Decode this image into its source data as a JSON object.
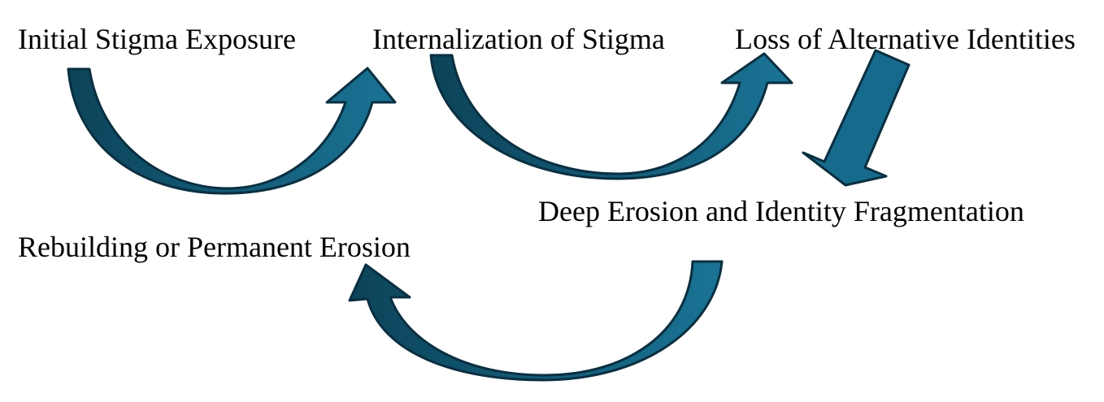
{
  "diagram": {
    "stages": [
      {
        "id": "initial",
        "label": "Initial Stigma Exposure"
      },
      {
        "id": "internalization",
        "label": "Internalization of Stigma"
      },
      {
        "id": "loss",
        "label": "Loss of Alternative Identities"
      },
      {
        "id": "deep-erosion",
        "label": "Deep Erosion and Identity Fragmentation"
      },
      {
        "id": "rebuilding",
        "label": "Rebuilding or Permanent Erosion"
      }
    ],
    "arrows": [
      {
        "from": "initial",
        "to": "internalization",
        "style": "curved-up"
      },
      {
        "from": "internalization",
        "to": "loss",
        "style": "curved-up"
      },
      {
        "from": "loss",
        "to": "deep-erosion",
        "style": "straight-down"
      },
      {
        "from": "deep-erosion",
        "to": "rebuilding",
        "style": "curved-up"
      }
    ],
    "colors": {
      "arrow_dark": "#0d4a63",
      "arrow_light": "#1a6f8f",
      "outline": "#0a2f40",
      "text": "#000000"
    }
  }
}
